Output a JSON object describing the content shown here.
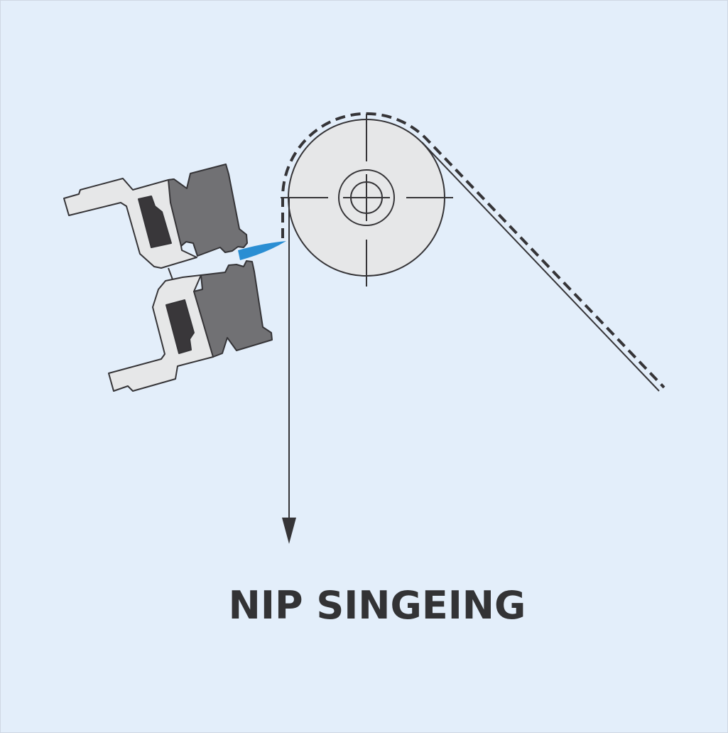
{
  "title": "NIP SINGEING",
  "colors": {
    "background": "#e3eefa",
    "stroke": "#353437",
    "burner_light": "#e6e7e8",
    "burner_dark": "#717174",
    "burner_slot": "#39373a",
    "flame": "#2a8ed3",
    "roller": "#e6e7e8"
  },
  "icons": [
    "burner-upper",
    "burner-lower",
    "flame",
    "roller",
    "fabric-path",
    "direction-arrow"
  ]
}
